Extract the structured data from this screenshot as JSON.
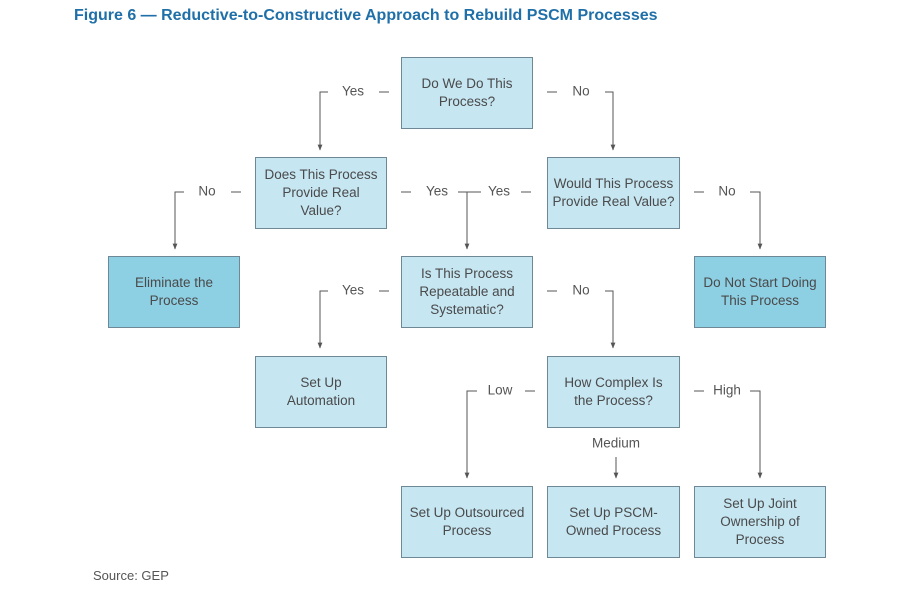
{
  "title": "Figure 6 — Reductive-to-Constructive Approach to Rebuild PSCM Processes",
  "source": "Source: GEP",
  "nodes": {
    "do_we": "Do We Do This\nProcess?",
    "provide_value": "Does This Process\nProvide Real Value?",
    "would_provide": "Would This Process\nProvide Real Value?",
    "eliminate": "Eliminate the\nProcess",
    "repeatable": "Is This Process\nRepeatable and\nSystematic?",
    "do_not_start": "Do Not Start Doing\nThis Process",
    "automation": "Set Up\nAutomation",
    "complex": "How Complex Is\nthe Process?",
    "outsourced": "Set Up Outsourced\nProcess",
    "pscm_owned": "Set Up PSCM-\nOwned Process",
    "joint": "Set Up Joint\nOwnership of\nProcess"
  },
  "labels": {
    "yes_1": "Yes",
    "no_1": "No",
    "no_2": "No",
    "yes_2": "Yes",
    "yes_3": "Yes",
    "no_3": "No",
    "yes_4": "Yes",
    "no_4": "No",
    "low": "Low",
    "high": "High",
    "medium": "Medium"
  },
  "colors": {
    "box": "#c6e6f2",
    "box_terminal": "#8dcfe3",
    "border": "#6f8896",
    "title": "#1f6fa8",
    "line": "#555555"
  }
}
